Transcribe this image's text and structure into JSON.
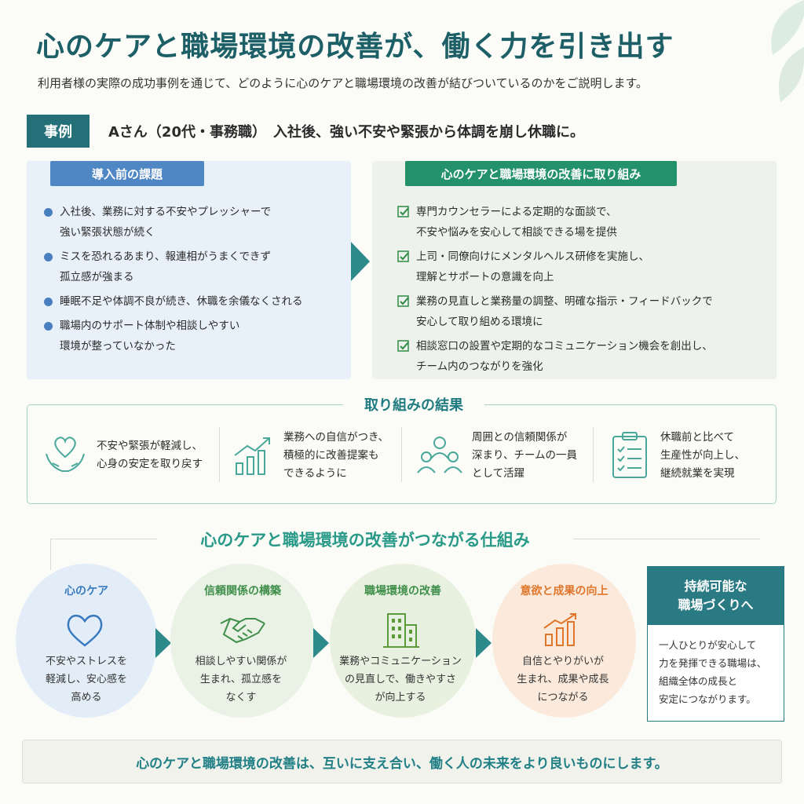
{
  "header": {
    "title": "心のケアと職場環境の改善が、働く力を引き出す",
    "subtitle": "利用者様の実際の成功事例を通じて、どのように心のケアと職場環境の改善が結びついているのかをご説明します。"
  },
  "case": {
    "badge": "事例",
    "text": "Aさん（20代・事務職）　入社後、強い不安や緊張から体調を崩し休職に。"
  },
  "before": {
    "label": "導入前の課題",
    "items": [
      {
        "line1": "入社後、業務に対する不安やプレッシャーで",
        "line2": "強い緊張状態が続く"
      },
      {
        "line1": "ミスを恐れるあまり、報連相がうまくできず",
        "line2": "孤立感が強まる"
      },
      {
        "line1": "睡眠不足や体調不良が続き、休職を余儀なくされる",
        "line2": ""
      },
      {
        "line1": "職場内のサポート体制や相談しやすい",
        "line2": "環境が整っていなかった"
      }
    ]
  },
  "after": {
    "label": "心のケアと職場環境の改善に取り組み",
    "items": [
      {
        "line1": "専門カウンセラーによる定期的な面談で、",
        "line2": "不安や悩みを安心して相談できる場を提供"
      },
      {
        "line1": "上司・同僚向けにメンタルヘルス研修を実施し、",
        "line2": "理解とサポートの意識を向上"
      },
      {
        "line1": "業務の見直しと業務量の調整、明確な指示・フィードバックで",
        "line2": "安心して取り組める環境に"
      },
      {
        "line1": "相談窓口の設置や定期的なコミュニケーション機会を創出し、",
        "line2": "チーム内のつながりを強化"
      }
    ]
  },
  "results": {
    "title": "取り組みの結果",
    "items": [
      {
        "icon": "heart-hands-icon",
        "lines": [
          "不安や緊張が軽減し、",
          "心身の安定を取り戻す"
        ]
      },
      {
        "icon": "growth-chart-icon",
        "lines": [
          "業務への自信がつき、",
          "積極的に改善提案も",
          "できるように"
        ]
      },
      {
        "icon": "people-group-icon",
        "lines": [
          "周囲との信頼関係が",
          "深まり、チームの一員",
          "として活躍"
        ]
      },
      {
        "icon": "clipboard-checklist-icon",
        "lines": [
          "休職前と比べて",
          "生産性が向上し、",
          "継続就業を実現"
        ]
      }
    ]
  },
  "mechanism": {
    "title": "心のケアと職場環境の改善がつながる仕組み",
    "steps": [
      {
        "title": "心のケア",
        "icon": "heart-icon",
        "lines": [
          "不安やストレスを",
          "軽減し、安心感を",
          "高める"
        ]
      },
      {
        "title": "信頼関係の構築",
        "icon": "handshake-icon",
        "lines": [
          "相談しやすい関係が",
          "生まれ、孤立感を",
          "なくす"
        ]
      },
      {
        "title": "職場環境の改善",
        "icon": "office-building-icon",
        "lines": [
          "業務やコミュニケーション",
          "の見直しで、働きやすさ",
          "が向上する"
        ]
      },
      {
        "title": "意欲と成果の向上",
        "icon": "rising-chart-icon",
        "lines": [
          "自信とやりがいが",
          "生まれ、成果や成長",
          "につながる"
        ]
      }
    ],
    "goal": {
      "title_line1": "持続可能な",
      "title_line2": "職場づくりへ",
      "lines": [
        "一人ひとりが安心して",
        "力を発揮できる職場は、",
        "組織全体の成長と",
        "安定につながります。"
      ]
    }
  },
  "footer": "心のケアと職場環境の改善は、互いに支え合い、働く人の未来をより良いものにします。",
  "colors": {
    "teal_dark": "#246f78",
    "before_blue": "#4f87c5",
    "after_green": "#23916b",
    "mechanism_title": "#2a9a88",
    "orange": "#e0762b"
  }
}
